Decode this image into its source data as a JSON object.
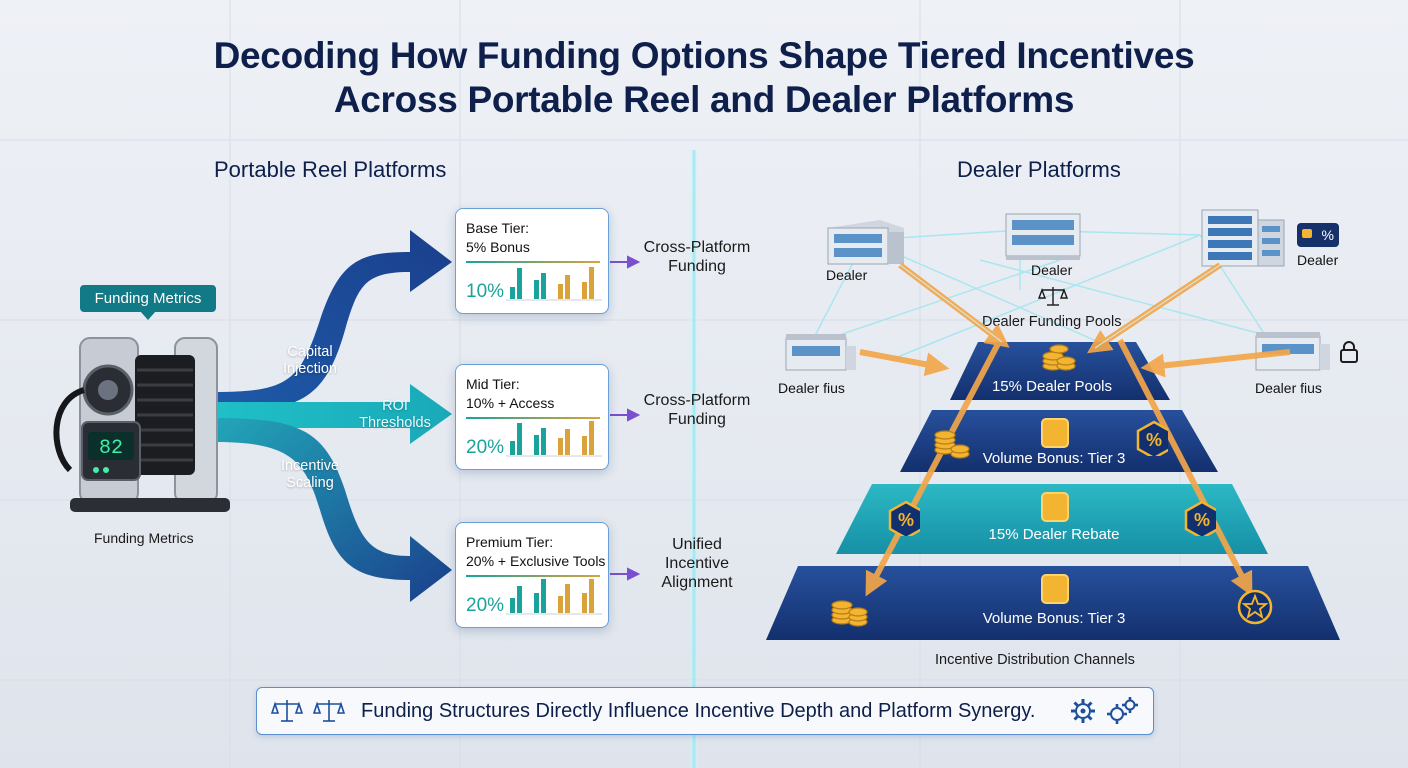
{
  "title": {
    "line1": "Decoding How Funding Options Shape Tiered Incentives",
    "line2": "Across Portable Reel and Dealer Platforms"
  },
  "left": {
    "heading": "Portable Reel Platforms",
    "metrics_badge": "Funding Metrics",
    "metrics_caption": "Funding Metrics",
    "device_display": "82",
    "flows": {
      "capital": "Capital\nInjection",
      "roi": "ROI\nThresholds",
      "scaling": "Incentive\nScaling"
    },
    "tiers": [
      {
        "label": "Base Tier:\n5% Bonus",
        "pct": "10%",
        "bars": [
          0.35,
          0.9,
          0.55,
          0.75,
          0.45,
          0.7,
          0.5,
          0.95
        ],
        "outcome": "Cross-Platform\nFunding"
      },
      {
        "label": "Mid Tier:\n10% + Access",
        "pct": "20%",
        "bars": [
          0.4,
          0.95,
          0.6,
          0.8,
          0.5,
          0.75,
          0.55,
          1.0
        ],
        "outcome": "Cross-Platform\nFunding"
      },
      {
        "label": "Premium Tier:\n20% + Exclusive Tools",
        "pct": "20%",
        "bars": [
          0.45,
          0.8,
          0.6,
          1.0,
          0.5,
          0.85,
          0.6,
          1.0
        ],
        "outcome": "Unified\nIncentive\nAlignment"
      }
    ]
  },
  "right": {
    "heading": "Dealer Platforms",
    "dealers": [
      "Dealer",
      "Dealer",
      "Dealer",
      "Dealer fius",
      "Dealer fius"
    ],
    "lock_badge": "% ",
    "pools_caption": "Dealer Funding Pools",
    "pyramid": [
      "15% Dealer Pools",
      "Volume Bonus: Tier 3",
      "15% Dealer Rebate",
      "Volume Bonus: Tier 3"
    ],
    "channels_caption": "Incentive Distribution Channels"
  },
  "footer": {
    "text": "Funding Structures Directly Influence Incentive Depth and Platform Synergy."
  },
  "colors": {
    "navy": "#0d1f4a",
    "teal": "#1aa39a",
    "blue": "#1d4f9c",
    "gold": "#f2b431",
    "arrow_orange": "#f3a64a"
  }
}
